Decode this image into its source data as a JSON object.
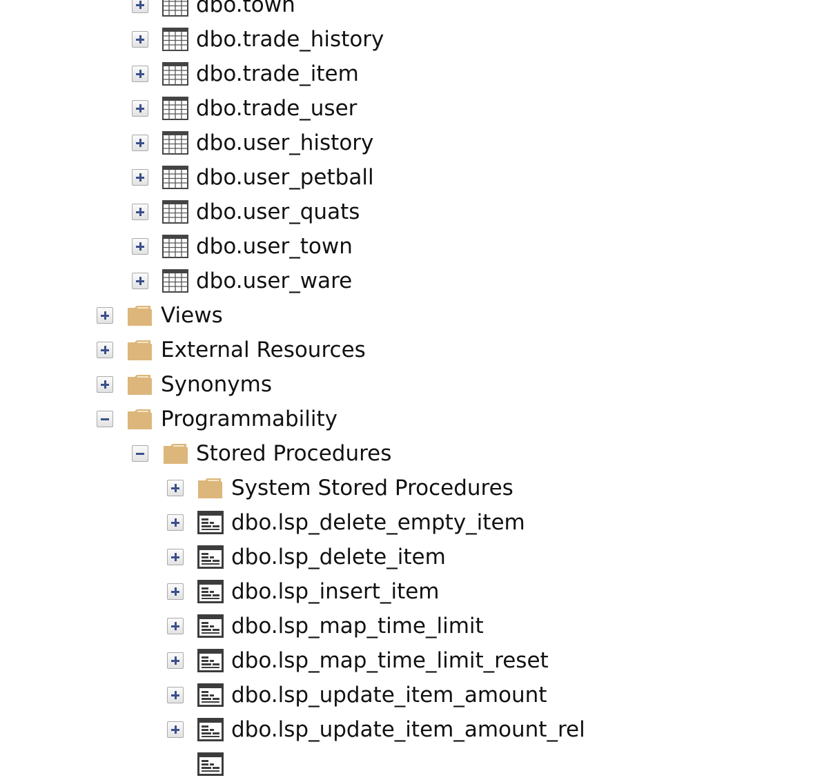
{
  "tree": [
    {
      "label": "dbo.town",
      "level": 2,
      "icon": "table",
      "state": "collapsed"
    },
    {
      "label": "dbo.trade_history",
      "level": 2,
      "icon": "table",
      "state": "collapsed"
    },
    {
      "label": "dbo.trade_item",
      "level": 2,
      "icon": "table",
      "state": "collapsed"
    },
    {
      "label": "dbo.trade_user",
      "level": 2,
      "icon": "table",
      "state": "collapsed"
    },
    {
      "label": "dbo.user_history",
      "level": 2,
      "icon": "table",
      "state": "collapsed"
    },
    {
      "label": "dbo.user_petball",
      "level": 2,
      "icon": "table",
      "state": "collapsed"
    },
    {
      "label": "dbo.user_quats",
      "level": 2,
      "icon": "table",
      "state": "collapsed"
    },
    {
      "label": "dbo.user_town",
      "level": 2,
      "icon": "table",
      "state": "collapsed"
    },
    {
      "label": "dbo.user_ware",
      "level": 2,
      "icon": "table",
      "state": "collapsed"
    },
    {
      "label": "Views",
      "level": 1,
      "icon": "folder",
      "state": "collapsed"
    },
    {
      "label": "External Resources",
      "level": 1,
      "icon": "folder",
      "state": "collapsed"
    },
    {
      "label": "Synonyms",
      "level": 1,
      "icon": "folder",
      "state": "collapsed"
    },
    {
      "label": "Programmability",
      "level": 1,
      "icon": "folder",
      "state": "expanded"
    },
    {
      "label": "Stored Procedures",
      "level": 2,
      "icon": "folder",
      "state": "expanded"
    },
    {
      "label": "System Stored Procedures",
      "level": 3,
      "icon": "folder",
      "state": "collapsed"
    },
    {
      "label": "dbo.lsp_delete_empty_item",
      "level": 3,
      "icon": "stored-procedure",
      "state": "collapsed"
    },
    {
      "label": "dbo.lsp_delete_item",
      "level": 3,
      "icon": "stored-procedure",
      "state": "collapsed"
    },
    {
      "label": "dbo.lsp_insert_item",
      "level": 3,
      "icon": "stored-procedure",
      "state": "collapsed"
    },
    {
      "label": "dbo.lsp_map_time_limit",
      "level": 3,
      "icon": "stored-procedure",
      "state": "collapsed"
    },
    {
      "label": "dbo.lsp_map_time_limit_reset",
      "level": 3,
      "icon": "stored-procedure",
      "state": "collapsed"
    },
    {
      "label": "dbo.lsp_update_item_amount",
      "level": 3,
      "icon": "stored-procedure",
      "state": "collapsed"
    },
    {
      "label": "dbo.lsp_update_item_amount_rel",
      "level": 3,
      "icon": "stored-procedure",
      "state": "collapsed"
    }
  ],
  "colors": {
    "folder": "#dcb67a",
    "expander_glyph": "#3a4f8c",
    "icon_dark": "#3c3c3c"
  }
}
